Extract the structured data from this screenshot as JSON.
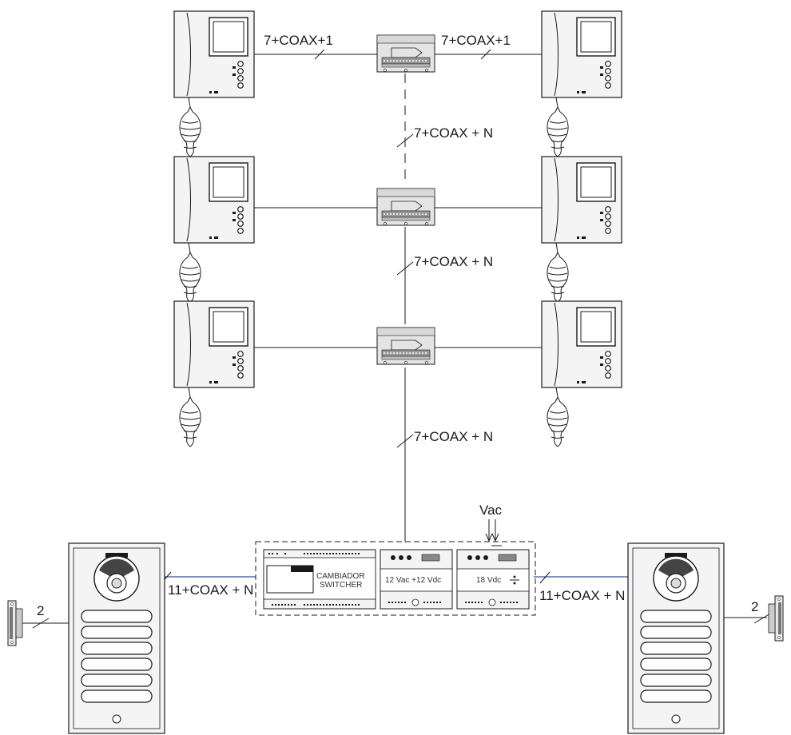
{
  "labels": {
    "top_left": "7+COAX+1",
    "top_right": "7+COAX+1",
    "riser_1": "7+COAX + N",
    "riser_2": "7+COAX + N",
    "riser_3": "7+COAX + N",
    "power_in": "Vac",
    "left_panel": "11+COAX + N",
    "right_panel": "11+COAX + N",
    "left_lock": "2",
    "right_lock": "2"
  },
  "switcher": {
    "line1": "CAMBIADOR",
    "line2": "SWITCHER"
  },
  "psu_1": {
    "label": "12 Vac +12 Vdc"
  },
  "psu_2": {
    "label": "18 Vdc"
  },
  "colors": {
    "line": "#1a1a1a",
    "bus": "#2a56a8",
    "device": "#f4f4f4",
    "body": "#e6e6e6"
  }
}
